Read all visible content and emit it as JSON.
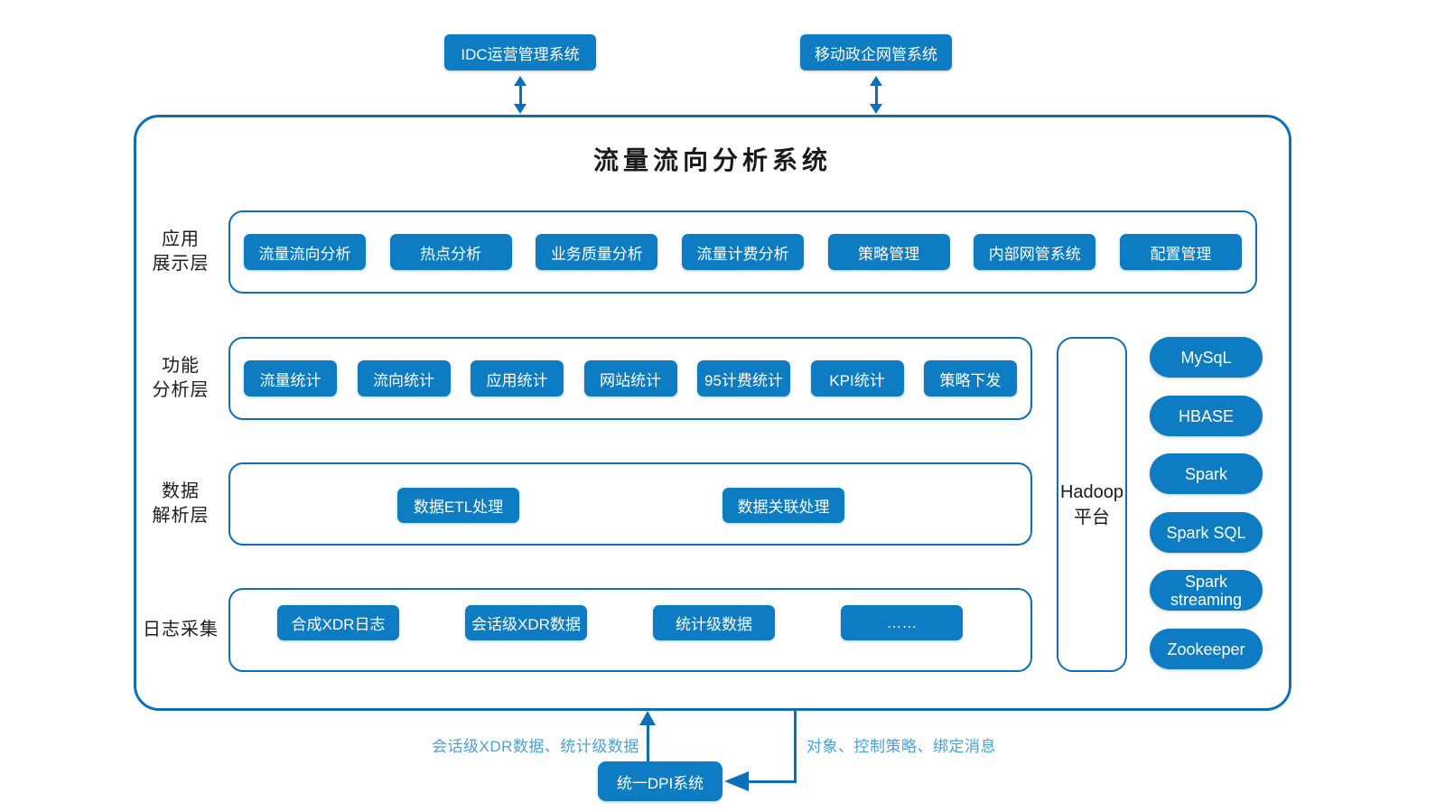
{
  "diagram": {
    "title": "流量流向分析系统",
    "external_systems": [
      {
        "label": "IDC运营管理系统"
      },
      {
        "label": "移动政企网管系统"
      }
    ],
    "layers": [
      {
        "name_lines": [
          "应用",
          "展示层"
        ],
        "buttons": [
          "流量流向分析",
          "热点分析",
          "业务质量分析",
          "流量计费分析",
          "策略管理",
          "内部网管系统",
          "配置管理"
        ]
      },
      {
        "name_lines": [
          "功能",
          "分析层"
        ],
        "buttons": [
          "流量统计",
          "流向统计",
          "应用统计",
          "网站统计",
          "95计费统计",
          "KPI统计",
          "策略下发"
        ]
      },
      {
        "name_lines": [
          "数据",
          "解析层"
        ],
        "buttons": [
          "数据ETL处理",
          "数据关联处理"
        ]
      },
      {
        "name_lines": [
          "日志采集"
        ],
        "buttons": [
          "合成XDR日志",
          "会话级XDR数据",
          "统计级数据",
          "……"
        ]
      }
    ],
    "hadoop_platform": {
      "lines": [
        "Hadoop",
        "平台"
      ]
    },
    "components": [
      "MySqL",
      "HBASE",
      "Spark",
      "Spark SQL",
      "Spark streaming",
      "Zookeeper"
    ],
    "bottom": {
      "dpi_system": "统一DPI系统",
      "upstream_label": "会话级XDR数据、统计级数据",
      "downstream_label": "对象、控制策略、绑定消息"
    },
    "colors": {
      "primary_fill": "#0d7cc3",
      "line": "#0c6fba",
      "flow_text": "#48a2d9"
    }
  }
}
